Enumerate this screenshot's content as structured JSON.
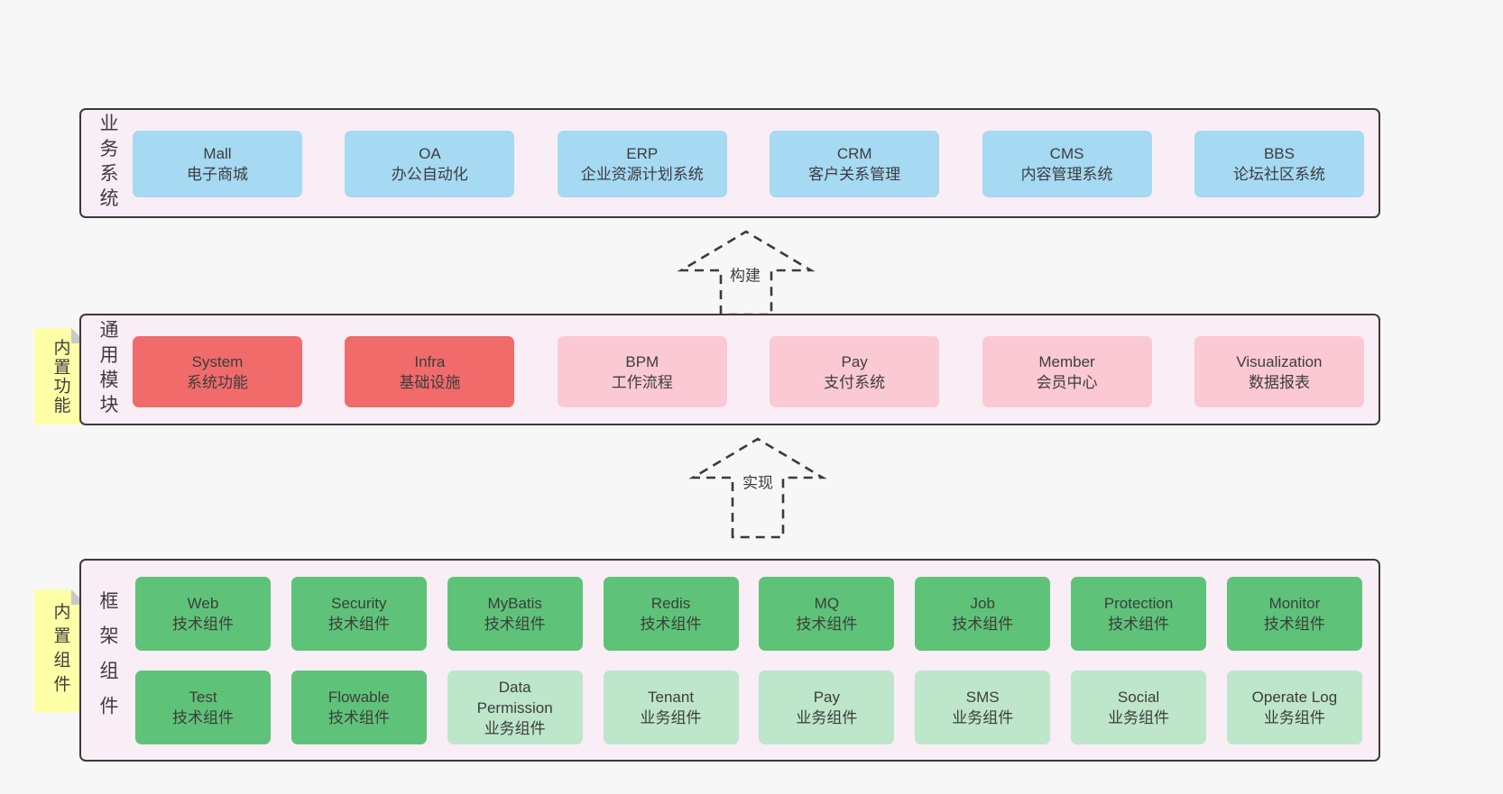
{
  "colors": {
    "blue": "#a6d9f2",
    "red": "#f16b6b",
    "pink": "#fbc9d3",
    "green": "#5ec378",
    "green_light": "#bde6ca",
    "container_fill": "#f9edf6",
    "container_border": "#3b3b3b",
    "sticky_yellow": "#feffa6",
    "sticky_fold": "#c8c8c8",
    "text": "#3d3d3d",
    "background": "#f7f7f7"
  },
  "arrows": [
    {
      "label": "构建"
    },
    {
      "label": "实现"
    }
  ],
  "layers": [
    {
      "id": "business-systems",
      "side_label": "业务系统",
      "boxes": [
        {
          "title": "Mall",
          "subtitle": "电子商城",
          "color": "blue"
        },
        {
          "title": "OA",
          "subtitle": "办公自动化",
          "color": "blue"
        },
        {
          "title": "ERP",
          "subtitle": "企业资源计划系统",
          "color": "blue"
        },
        {
          "title": "CRM",
          "subtitle": "客户关系管理",
          "color": "blue"
        },
        {
          "title": "CMS",
          "subtitle": "内容管理系统",
          "color": "blue"
        },
        {
          "title": "BBS",
          "subtitle": "论坛社区系统",
          "color": "blue"
        }
      ]
    },
    {
      "id": "common-modules",
      "side_label": "通用模块",
      "sticky": "内置功能",
      "boxes": [
        {
          "title": "System",
          "subtitle": "系统功能",
          "color": "red"
        },
        {
          "title": "Infra",
          "subtitle": "基础设施",
          "color": "red"
        },
        {
          "title": "BPM",
          "subtitle": "工作流程",
          "color": "pink"
        },
        {
          "title": "Pay",
          "subtitle": "支付系统",
          "color": "pink"
        },
        {
          "title": "Member",
          "subtitle": "会员中心",
          "color": "pink"
        },
        {
          "title": "Visualization",
          "subtitle": "数据报表",
          "color": "pink"
        }
      ]
    },
    {
      "id": "framework-components",
      "side_label": "框架组件",
      "sticky": "内置组件",
      "rows": [
        {
          "boxes": [
            {
              "title": "Web",
              "subtitle": "技术组件",
              "color": "green"
            },
            {
              "title": "Security",
              "subtitle": "技术组件",
              "color": "green"
            },
            {
              "title": "MyBatis",
              "subtitle": "技术组件",
              "color": "green"
            },
            {
              "title": "Redis",
              "subtitle": "技术组件",
              "color": "green"
            },
            {
              "title": "MQ",
              "subtitle": "技术组件",
              "color": "green"
            },
            {
              "title": "Job",
              "subtitle": "技术组件",
              "color": "green"
            },
            {
              "title": "Protection",
              "subtitle": "技术组件",
              "color": "green"
            },
            {
              "title": "Monitor",
              "subtitle": "技术组件",
              "color": "green"
            }
          ]
        },
        {
          "boxes": [
            {
              "title": "Test",
              "subtitle": "技术组件",
              "color": "green"
            },
            {
              "title": "Flowable",
              "subtitle": "技术组件",
              "color": "green"
            },
            {
              "title": "Data Permission",
              "subtitle": "业务组件",
              "color": "green_light"
            },
            {
              "title": "Tenant",
              "subtitle": "业务组件",
              "color": "green_light"
            },
            {
              "title": "Pay",
              "subtitle": "业务组件",
              "color": "green_light"
            },
            {
              "title": "SMS",
              "subtitle": "业务组件",
              "color": "green_light"
            },
            {
              "title": "Social",
              "subtitle": "业务组件",
              "color": "green_light"
            },
            {
              "title": "Operate Log",
              "subtitle": "业务组件",
              "color": "green_light"
            }
          ]
        }
      ]
    }
  ]
}
